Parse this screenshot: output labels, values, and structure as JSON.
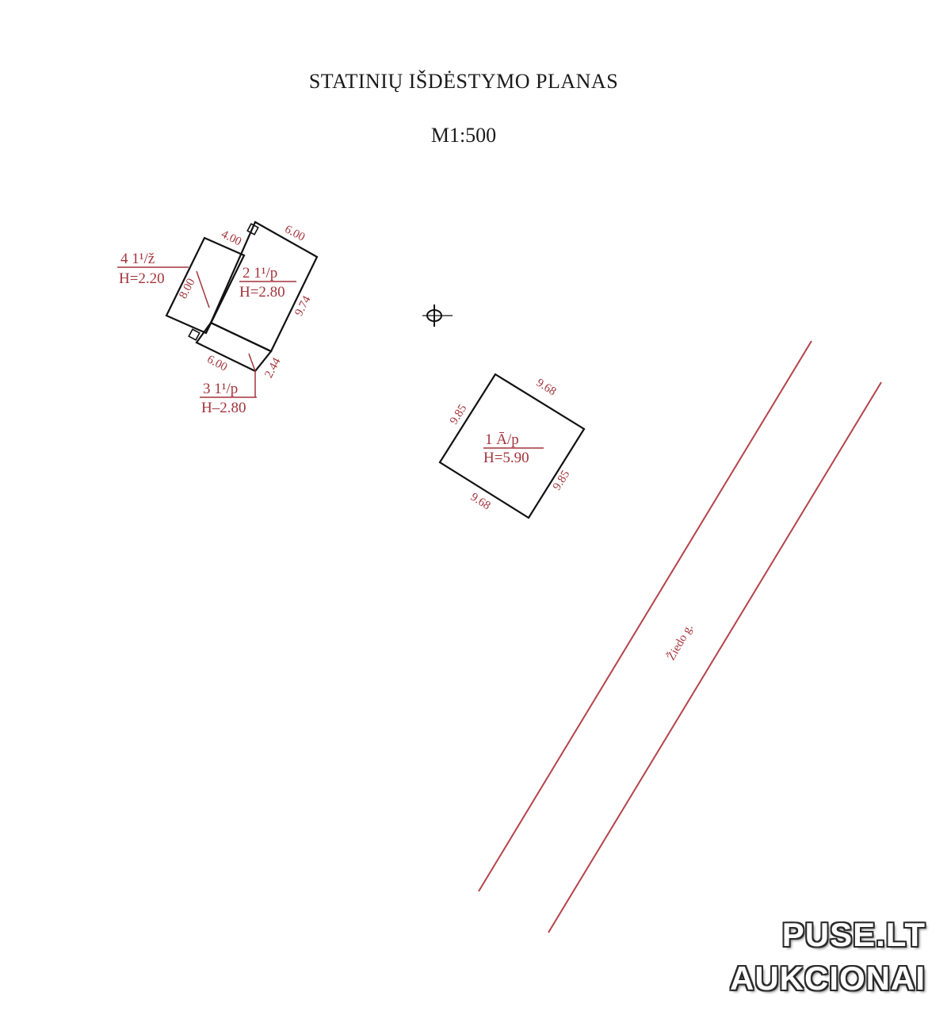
{
  "header": {
    "title": "STATINIŲ IŠDĖSTYMO PLANAS",
    "scale": "M1:500"
  },
  "buildings": {
    "b1": {
      "number": "1",
      "code": "Ā/p",
      "height": "H=5.90",
      "side_a": "9.68",
      "side_b": "9.85",
      "side_c": "9.85",
      "side_d": "9.68"
    },
    "b2": {
      "number": "2",
      "code": "1¹/p",
      "height": "H=2.80",
      "side_top": "6.00",
      "side_right": "9.74"
    },
    "b3": {
      "number": "3",
      "code": "1¹/p",
      "height": "H–2.80",
      "side_bottom": "6.00",
      "side_right": "2.44"
    },
    "b4": {
      "number": "4",
      "code": "1¹/ž",
      "height": "H=2.20",
      "side_top": "4.00",
      "side_left": "8.00"
    }
  },
  "street": {
    "label": "Žiedo g."
  },
  "watermark": {
    "line1": "PUSE.LT",
    "line2": "AUKCIONAI"
  },
  "colors": {
    "annotation": "#a3343c",
    "outline": "#111111"
  }
}
